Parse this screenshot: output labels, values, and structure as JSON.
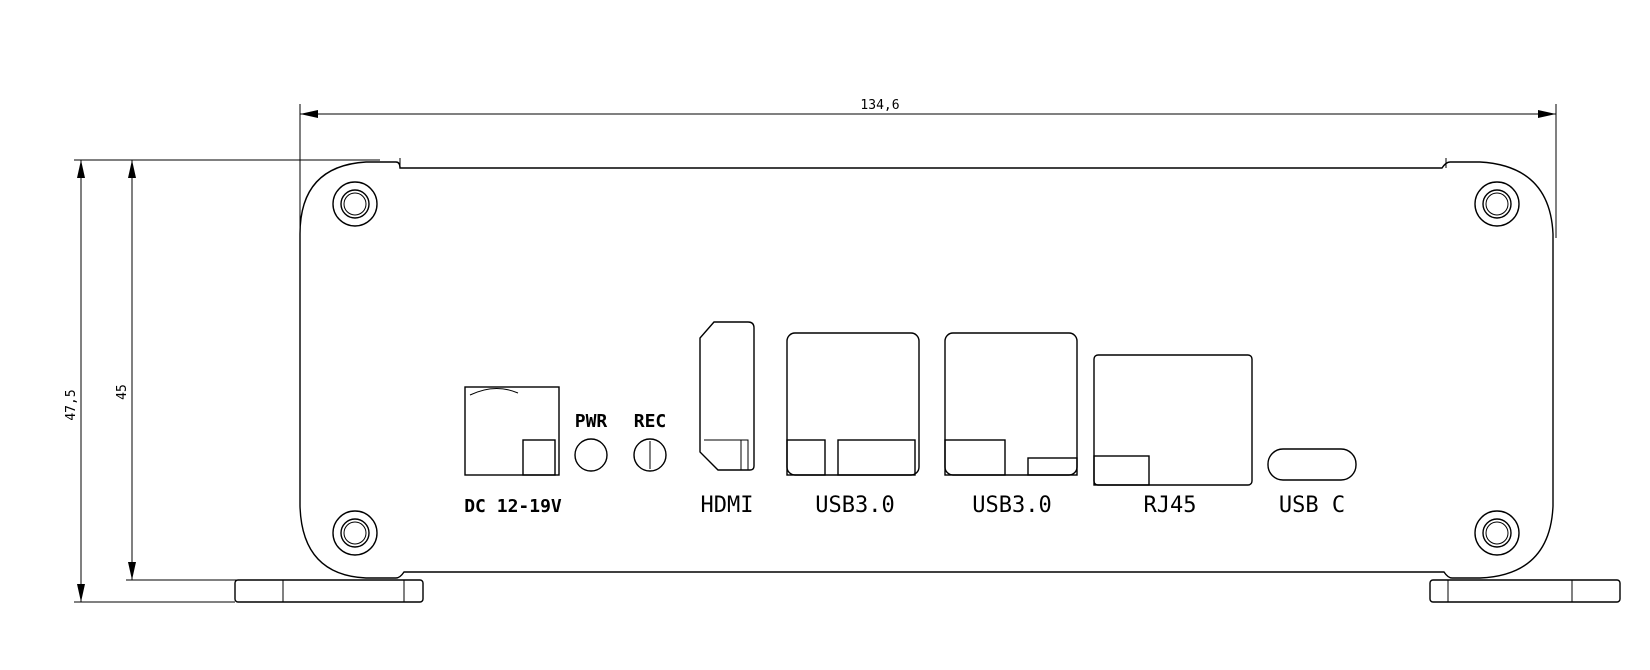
{
  "dimensions": {
    "width": "134,6",
    "height_outer": "47,5",
    "height_inner": "45"
  },
  "ports": {
    "dc": "DC 12-19V",
    "pwr": "PWR",
    "rec": "REC",
    "hdmi": "HDMI",
    "usb1": "USB3.0",
    "usb2": "USB3.0",
    "rj45": "RJ45",
    "usbc": "USB C"
  }
}
